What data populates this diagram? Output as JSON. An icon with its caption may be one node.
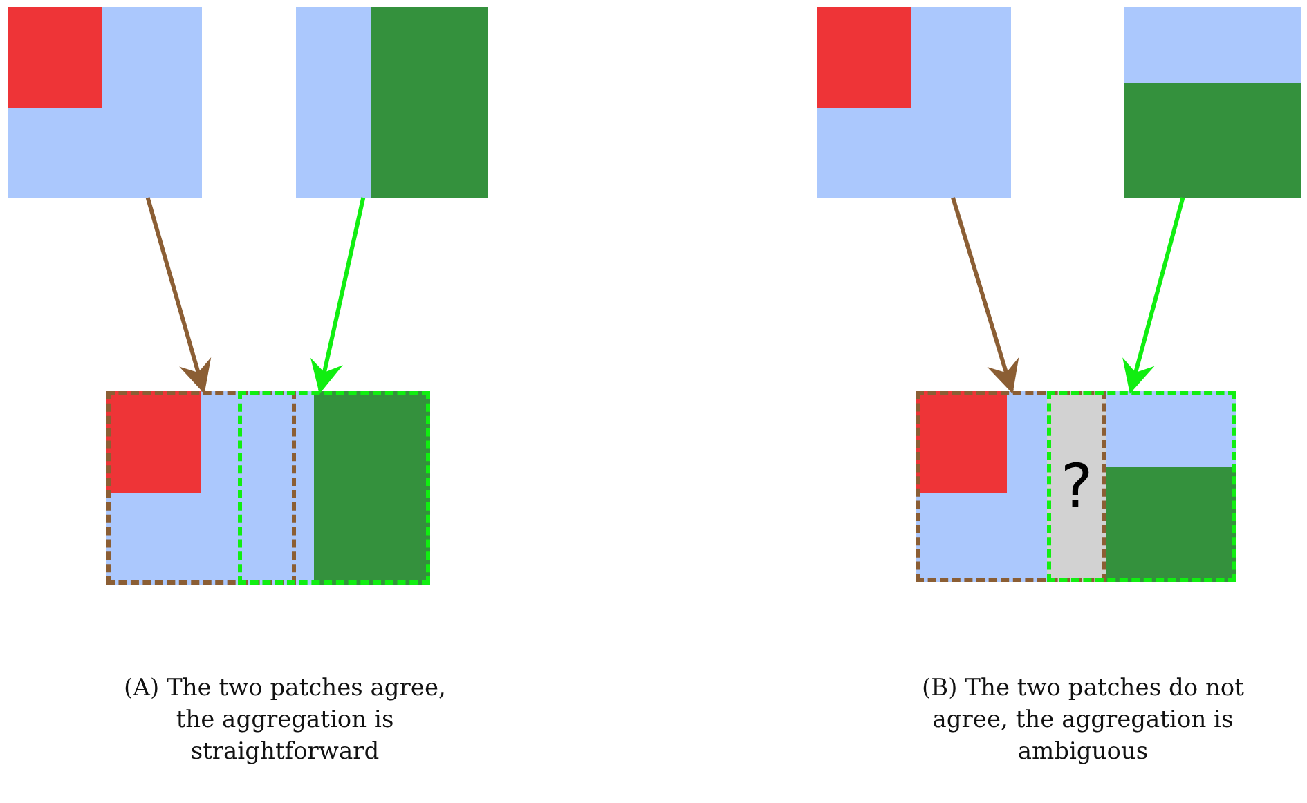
{
  "diagram": {
    "nodes": [
      {
        "text": [],
        "shape": "picture"
      },
      {
        "text": [],
        "shape": "picture"
      },
      {
        "text": [],
        "shape": "picture"
      },
      {
        "text": [],
        "shape": "picture"
      },
      {
        "text": [],
        "shape": "picture"
      },
      {
        "text": [],
        "shape": "picture"
      },
      {
        "text": [
          "?"
        ],
        "in": 5
      }
    ],
    "edges": [
      {
        "from": 0,
        "to": 2,
        "arrow": "to",
        "color": "#8b5e34"
      },
      {
        "from": 1,
        "to": 2,
        "arrow": "to",
        "color": "#11ee11"
      },
      {
        "from": 3,
        "to": 5,
        "arrow": "to",
        "color": "#8b5e34"
      },
      {
        "from": 4,
        "to": 5,
        "arrow": "to",
        "color": "#11ee11"
      }
    ],
    "labels": [
      "(A) The two patches agree, the aggregation is straightforward",
      "(B) The two patches do not agree, the aggregation is ambiguous"
    ]
  }
}
